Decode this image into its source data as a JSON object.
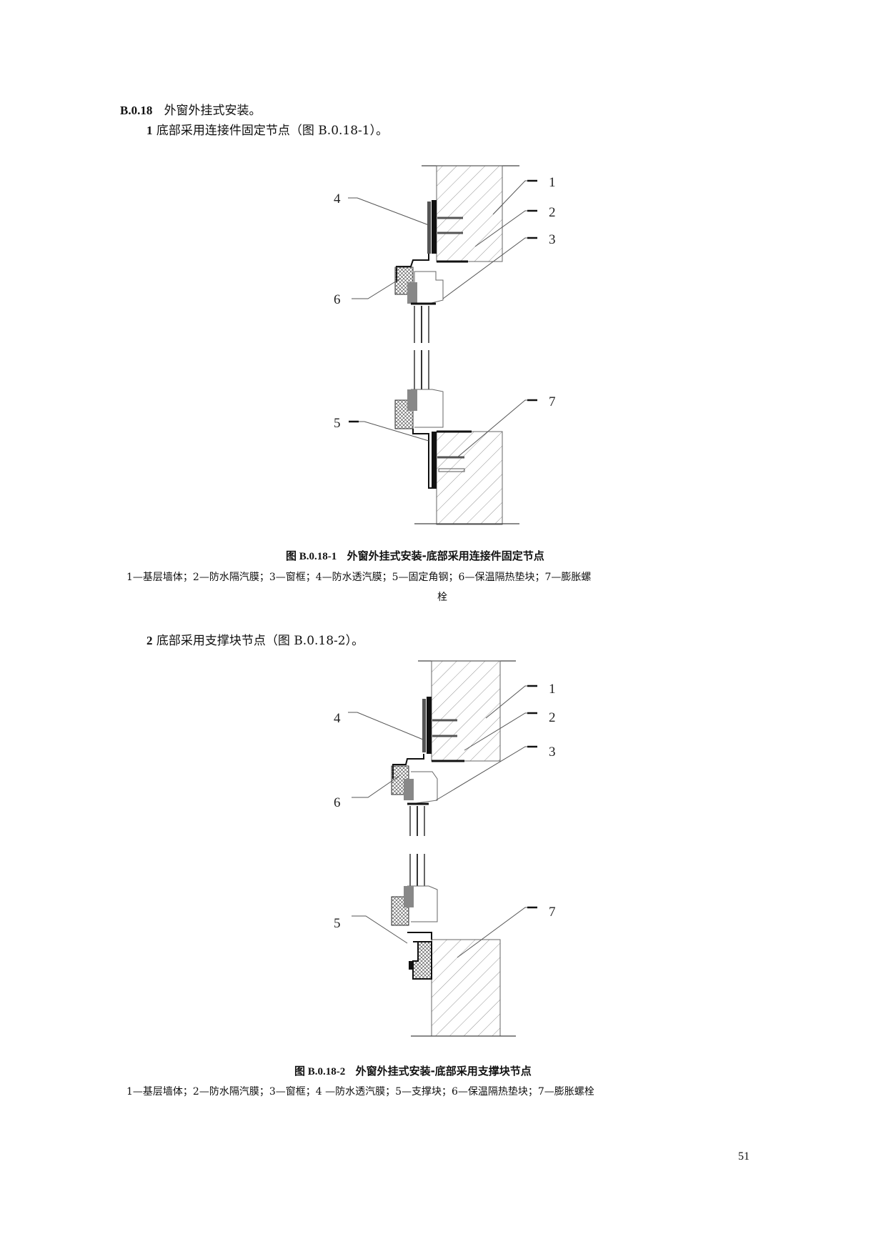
{
  "section": {
    "number": "B.0.18",
    "title": "外窗外挂式安装。"
  },
  "items": [
    {
      "number": "1",
      "text": "底部采用连接件固定节点（图 B.0.18-1）。"
    },
    {
      "number": "2",
      "text": "底部采用支撑块节点（图 B.0.18-2）。"
    }
  ],
  "figures": [
    {
      "caption_number": "图 B.0.18-1",
      "caption_title": "外窗外挂式安装-底部采用连接件固定节点",
      "legend_line1": "1—基层墙体；2—防水隔汽膜；3—窗框；4—防水透汽膜；5—固定角钢；6—保温隔热垫块；7—膨胀螺",
      "legend_line2": "栓",
      "labels": [
        "1",
        "2",
        "3",
        "4",
        "5",
        "6",
        "7"
      ]
    },
    {
      "caption_number": "图 B.0.18-2",
      "caption_title": "外窗外挂式安装-底部采用支撑块节点",
      "legend_line1": "1—基层墙体；2—防水隔汽膜；3—窗框；4 —防水透汽膜；5—支撑块；6—保温隔热垫块；7—膨胀螺栓",
      "labels": [
        "1",
        "2",
        "3",
        "4",
        "5",
        "6",
        "7"
      ]
    }
  ],
  "page_number": "51"
}
